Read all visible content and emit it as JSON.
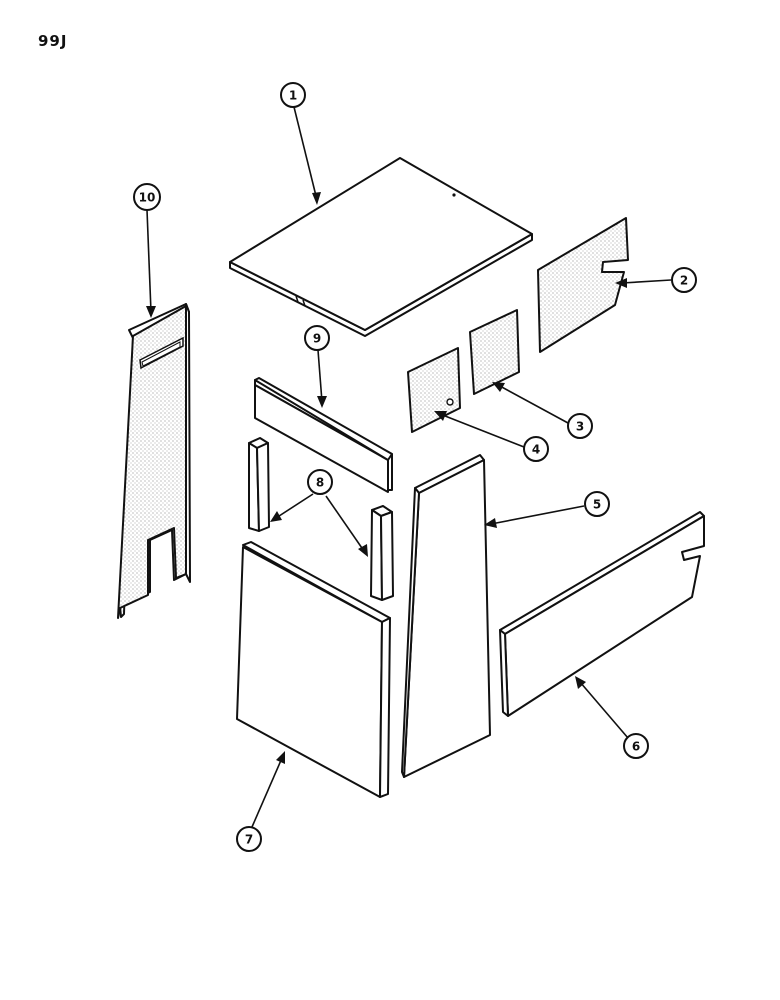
{
  "page_code": "99J",
  "callouts": {
    "c1": "1",
    "c2": "2",
    "c3": "3",
    "c4": "4",
    "c5": "5",
    "c6": "6",
    "c7": "7",
    "c8": "8",
    "c9": "9",
    "c10": "10"
  }
}
